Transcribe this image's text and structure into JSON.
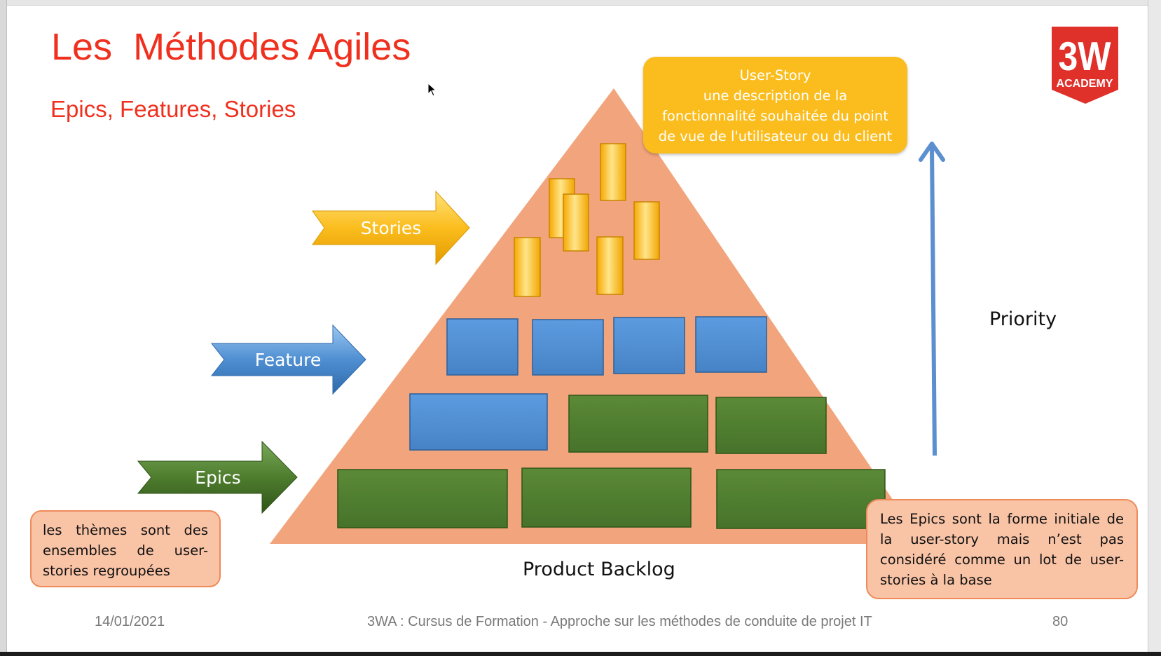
{
  "slide": {
    "title": "Les  Méthodes Agiles",
    "subtitle": "Epics, Features, Stories"
  },
  "logo": {
    "main": "3W",
    "sub": "ACADEMY",
    "color": "#e0302a"
  },
  "arrows": {
    "stories": "Stories",
    "feature": "Feature",
    "epics": "Epics"
  },
  "callouts": {
    "user_story": [
      "User-Story",
      "une description de la",
      "fonctionnalité souhaitée du point",
      "de vue de l'utilisateur ou du client"
    ],
    "themes": "les thèmes sont des ensembles de user-stories regroupées",
    "epics_note": "Les Epics sont la forme initiale de la user-story mais n’est pas considéré comme un lot de user-stories à la base"
  },
  "labels": {
    "priority": "Priority",
    "product_backlog": "Product Backlog"
  },
  "footer": {
    "date": "14/01/2021",
    "course": "3WA : Cursus de Formation - Approche sur les méthodes de conduite de projet IT",
    "page": "80"
  },
  "colors": {
    "title": "#f0301e",
    "pyramid": "#f2a57c",
    "stories": "#fbbd1e",
    "feature": "#4f8fd2",
    "epics": "#4e7d2e",
    "priority_arrow": "#5b8fd0"
  }
}
